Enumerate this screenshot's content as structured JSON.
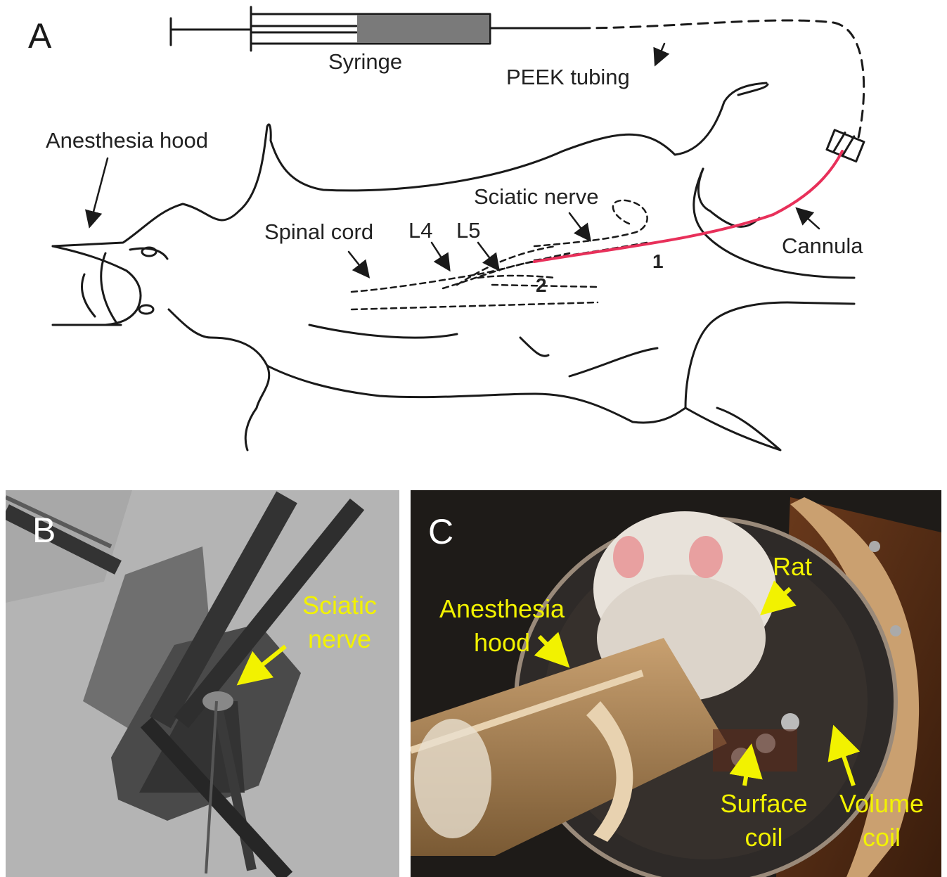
{
  "panels": {
    "a": {
      "letter": "A",
      "labels": {
        "syringe": "Syringe",
        "peek_tubing": "PEEK tubing",
        "anesthesia_hood": "Anesthesia hood",
        "sciatic_nerve": "Sciatic nerve",
        "spinal_cord": "Spinal cord",
        "l4": "L4",
        "l5": "L5",
        "cannula": "Cannula",
        "site_1": "1",
        "site_2": "2"
      }
    },
    "b": {
      "letter": "B",
      "label_line1": "Sciatic",
      "label_line2": "nerve"
    },
    "c": {
      "letter": "C",
      "rat": "Rat",
      "hood_line1": "Anesthesia",
      "hood_line2": "hood",
      "surface_line1": "Surface",
      "surface_line2": "coil",
      "volume_line1": "Volume",
      "volume_line2": "coil"
    }
  },
  "colors": {
    "line": "#1a1a1a",
    "cannula": "#e8305a",
    "annotation": "#f2f200",
    "syringe_plunger": "#7a7a7a"
  }
}
